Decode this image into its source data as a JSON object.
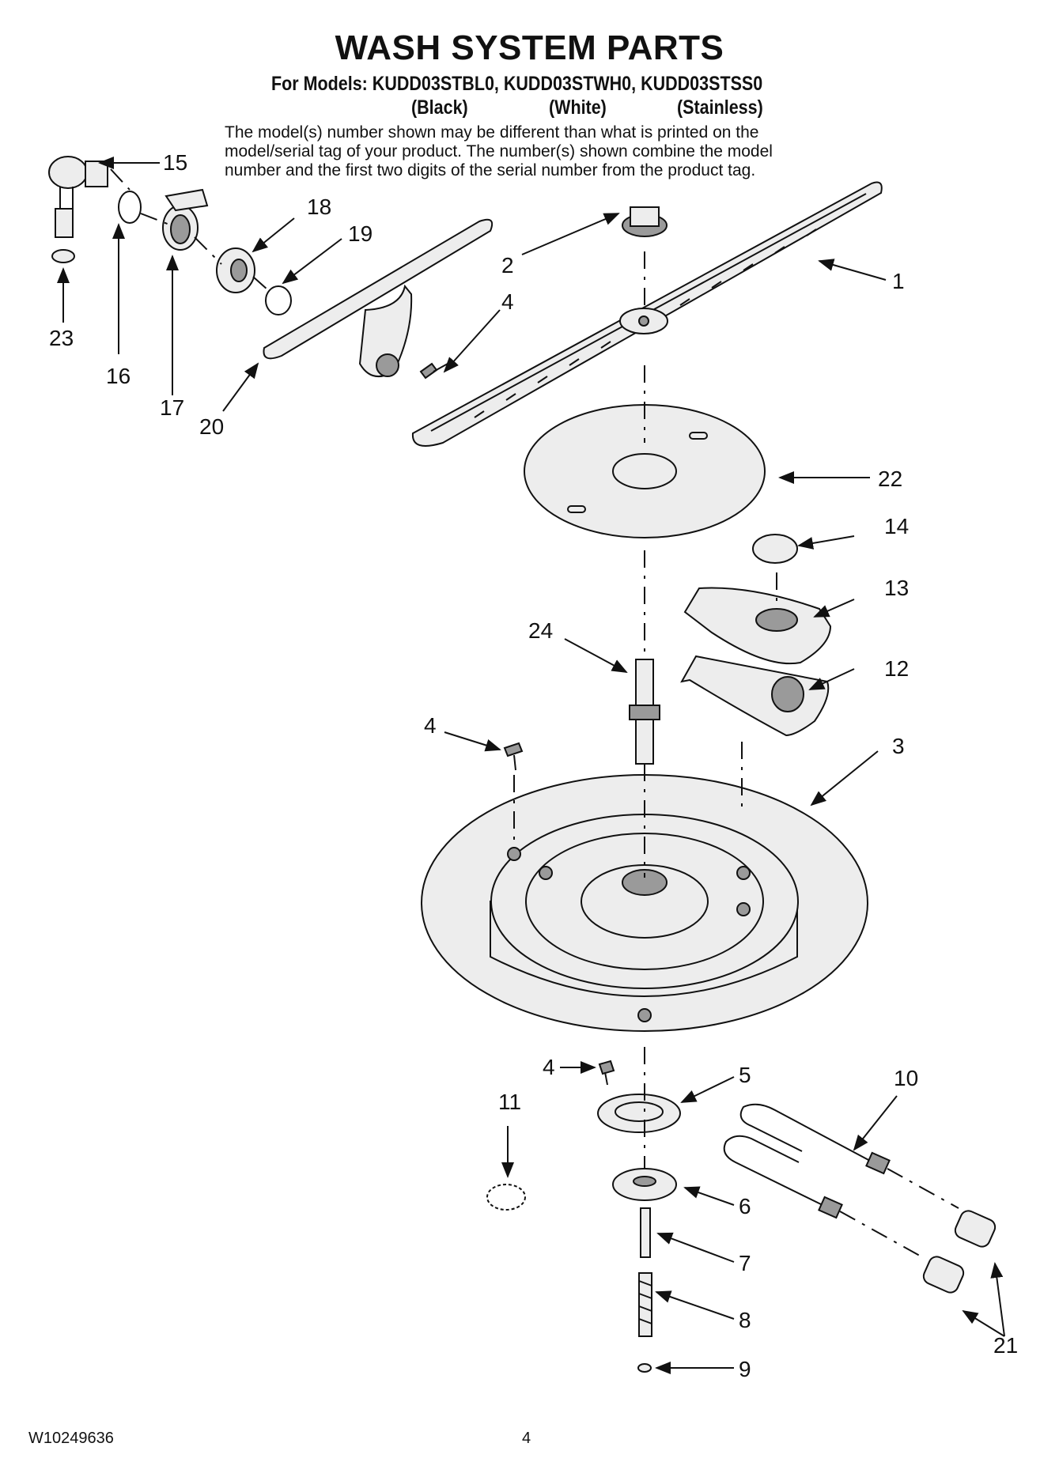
{
  "header": {
    "title": "WASH SYSTEM PARTS",
    "models_line": "For Models: KUDD03STBL0, KUDD03STWH0, KUDD03STSS0",
    "variants": [
      "(Black)",
      "(White)",
      "(Stainless)"
    ],
    "description": "The model(s) number shown may be different than what is printed on the\nmodel/serial tag of your product. The number(s) shown combine the model\nnumber and the first two digits of the serial number from the product tag."
  },
  "callouts": {
    "c1": "1",
    "c2": "2",
    "c3": "3",
    "c4a": "4",
    "c4b": "4",
    "c4c": "4",
    "c5": "5",
    "c6": "6",
    "c7": "7",
    "c8": "8",
    "c9": "9",
    "c10": "10",
    "c11": "11",
    "c12": "12",
    "c13": "13",
    "c14": "14",
    "c15": "15",
    "c16": "16",
    "c17": "17",
    "c18": "18",
    "c19": "19",
    "c20": "20",
    "c21": "21",
    "c22": "22",
    "c23": "23",
    "c24": "24"
  },
  "footer": {
    "document_number": "W10249636",
    "page_number": "4"
  }
}
